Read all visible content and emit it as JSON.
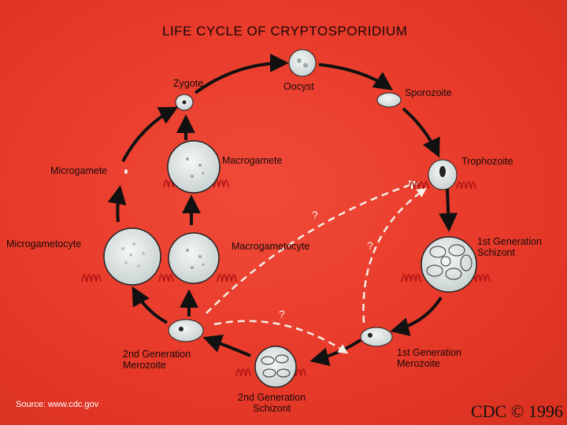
{
  "title": "LIFE CYCLE OF CRYPTOSPORIDIUM",
  "stages": {
    "zygote": "Zygote",
    "oocyst": "Oocyst",
    "sporozoite": "Sporozoite",
    "trophozoite": "Trophozoite",
    "schizont1_line1": "1st Generation",
    "schizont1_line2": "Schizont",
    "merozoite1_line1": "1st Generation",
    "merozoite1_line2": "Merozoite",
    "schizont2_line1": "2nd Generation",
    "schizont2_line2": "Schizont",
    "merozoite2_line1": "2nd Generation",
    "merozoite2_line2": "Merozoite",
    "microgametocyte": "Microgametocyte",
    "macrogametocyte": "Macrogametocyte",
    "microgamete": "Microgamete",
    "macrogamete": "Macrogamete"
  },
  "question_mark": "?",
  "source": "Source: www.cdc.gov",
  "copyright": "CDC © 1996",
  "colors": {
    "background": "#e8392a",
    "cell": "#e6ecec",
    "arrow": "#111111",
    "dashed": "#f4efe6",
    "villi": "#b01515"
  }
}
